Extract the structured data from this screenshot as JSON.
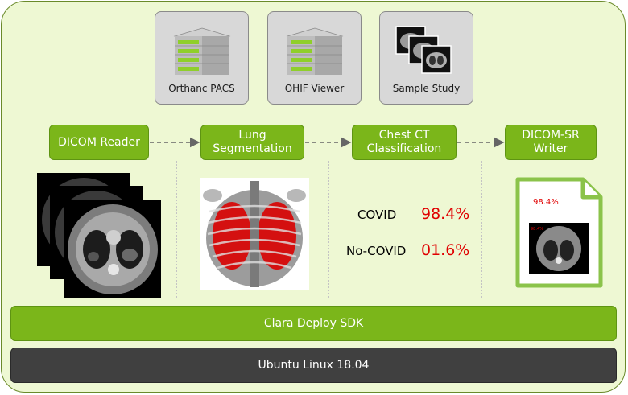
{
  "services": [
    {
      "label": "Orthanc PACS",
      "icon": "server-stack-icon"
    },
    {
      "label": "OHIF Viewer",
      "icon": "server-stack-icon"
    },
    {
      "label": "Sample Study",
      "icon": "ct-scan-stack-icon"
    }
  ],
  "pipeline": [
    {
      "label": "DICOM Reader"
    },
    {
      "label": "Lung\nSegmentation"
    },
    {
      "label": "Chest CT\nClassification"
    },
    {
      "label": "DICOM-SR\nWriter"
    }
  ],
  "results": [
    {
      "label": "COVID",
      "value": "98.4%"
    },
    {
      "label": "No-COVID",
      "value": "01.6%"
    }
  ],
  "report": {
    "value": "98.4%",
    "thumb_value": "98.4%"
  },
  "platform": {
    "sdk": "Clara Deploy SDK",
    "os": "Ubuntu Linux 18.04"
  },
  "colors": {
    "accent_green": "#7bb61a",
    "panel_bg": "#eef8d3",
    "dark_bar": "#404040",
    "result_red": "#e00000"
  }
}
